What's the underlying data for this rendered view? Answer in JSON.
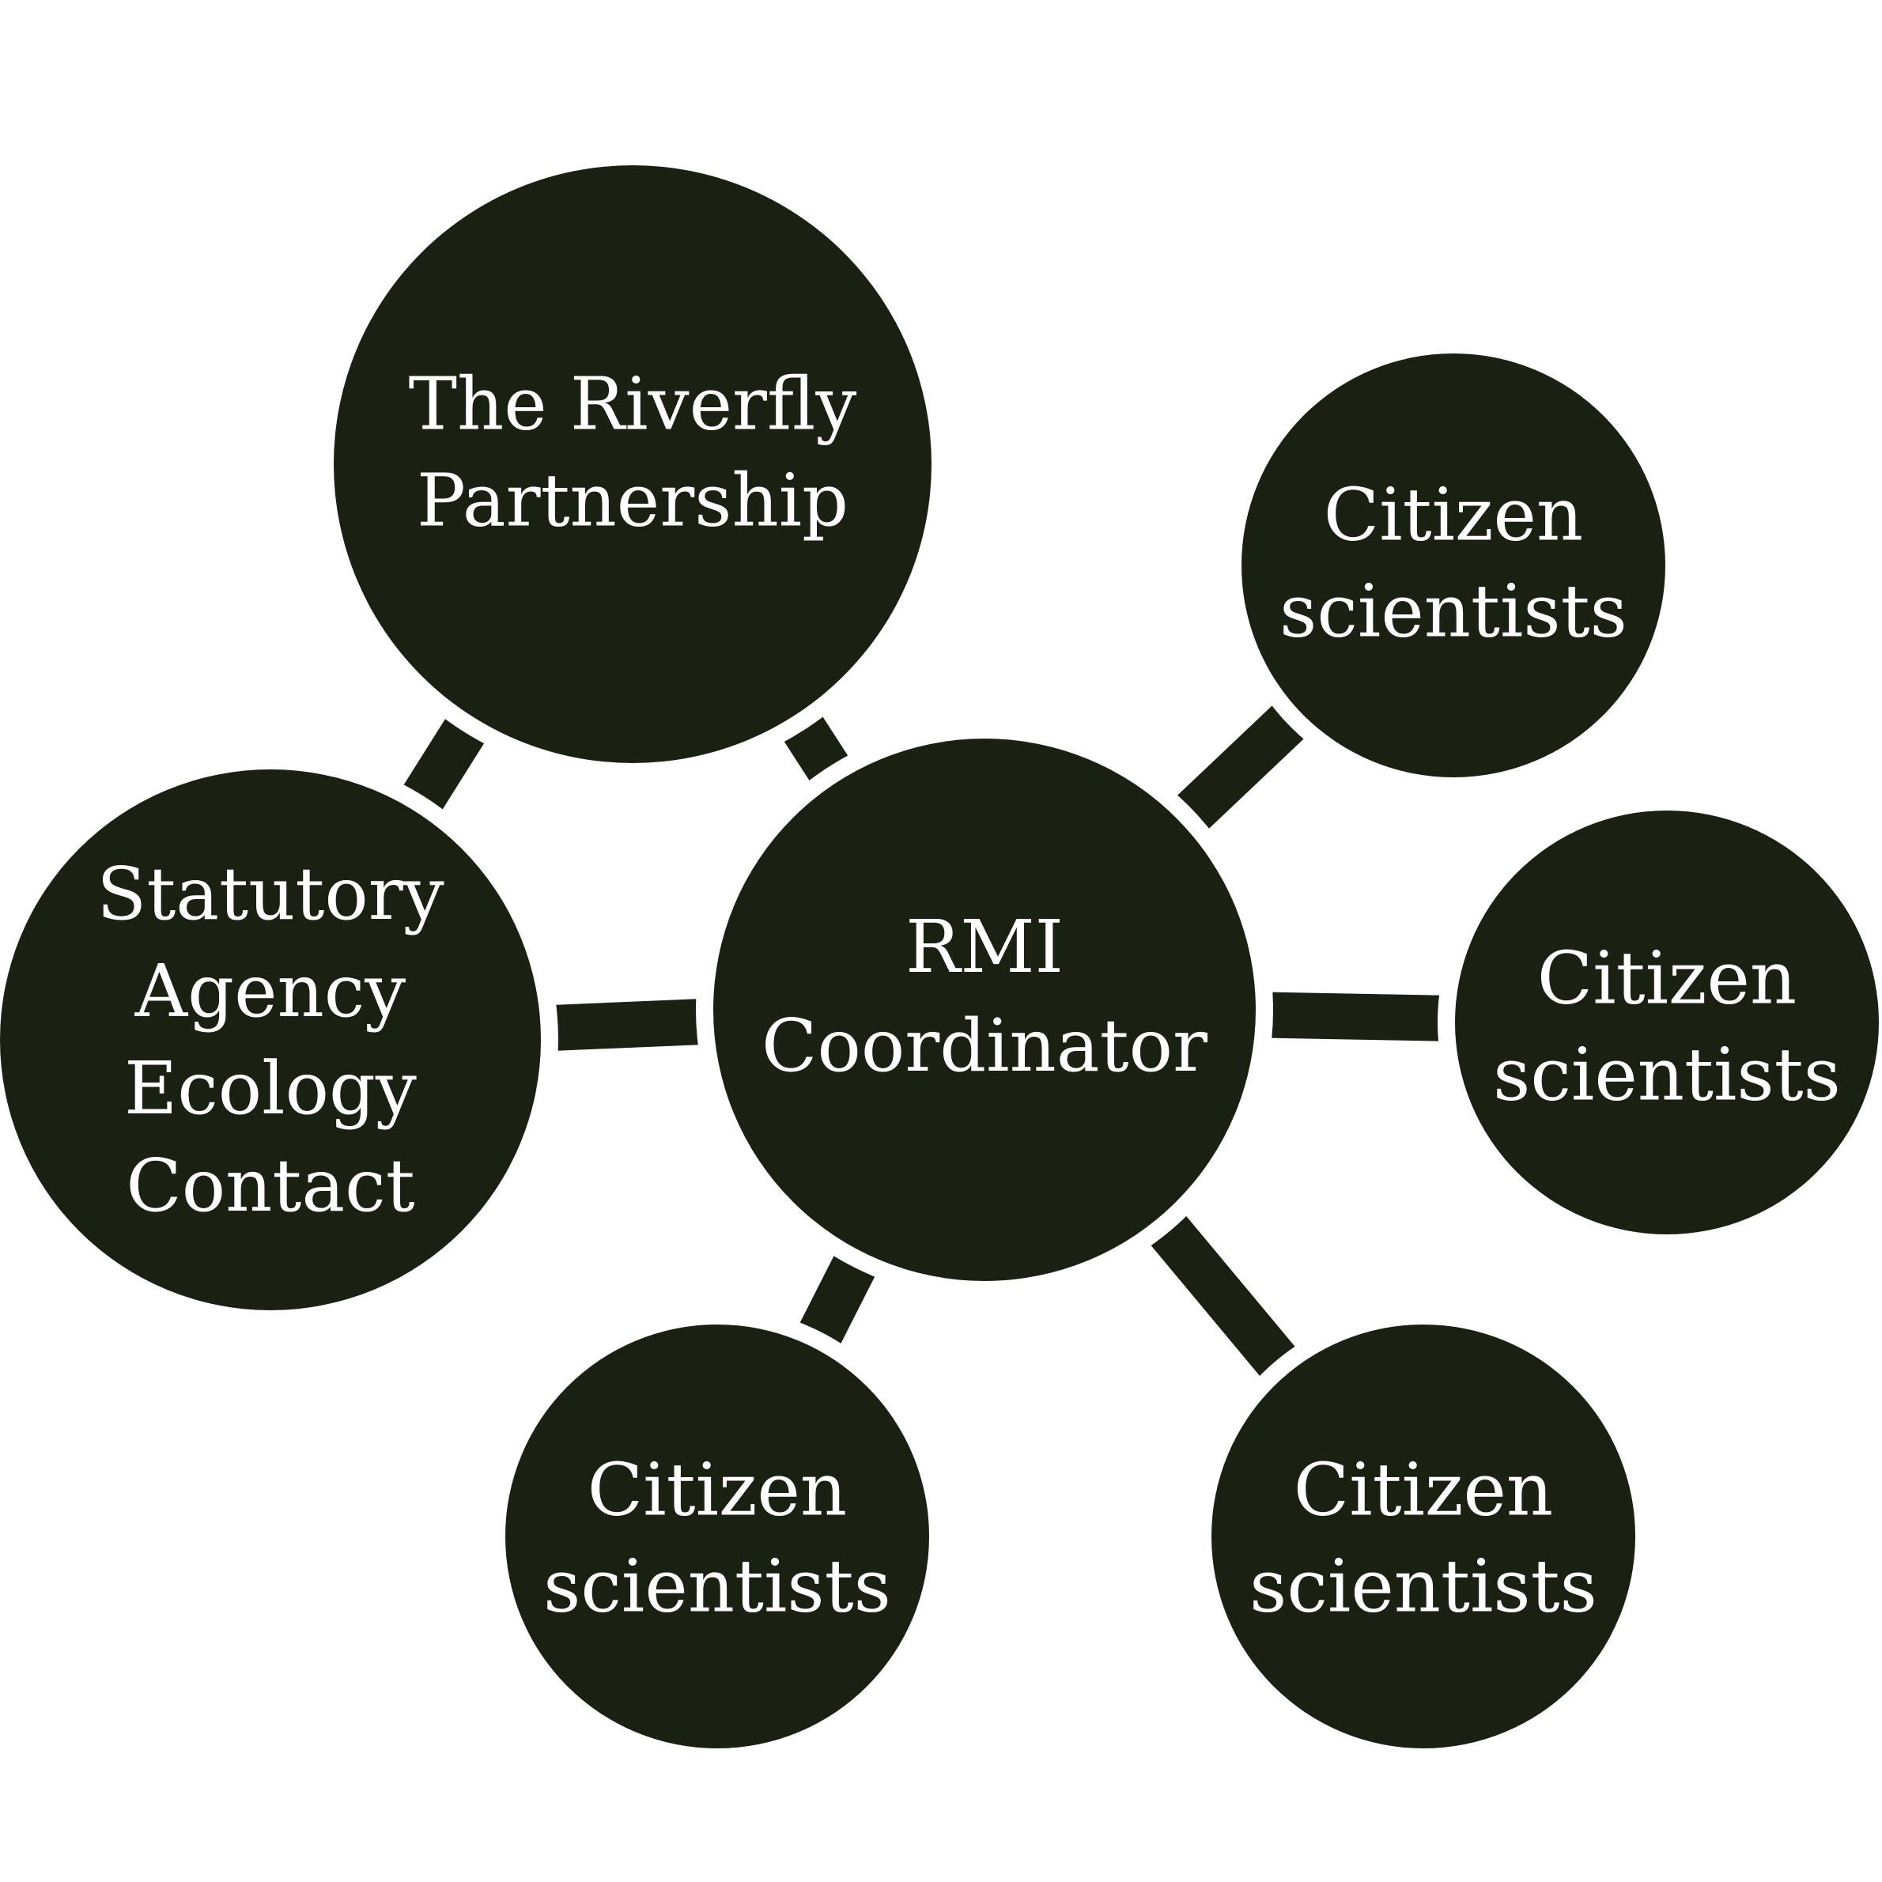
{
  "colors": {
    "node_fill": "#1a2112",
    "connector": "#1a2112",
    "label": "#ffffff",
    "background": "#ffffff"
  },
  "nodes": [
    {
      "id": "coordinator",
      "lines": [
        "RMI",
        "Coordinator"
      ]
    },
    {
      "id": "riverfly",
      "lines": [
        "The Riverfly",
        "Partnership"
      ]
    },
    {
      "id": "statutory",
      "lines": [
        "Statutory",
        "Agency",
        "Ecology",
        "Contact"
      ]
    },
    {
      "id": "citizen-top-right",
      "lines": [
        "Citizen",
        "scientists"
      ]
    },
    {
      "id": "citizen-right",
      "lines": [
        "Citizen",
        "scientists"
      ]
    },
    {
      "id": "citizen-bottom-right",
      "lines": [
        "Citizen",
        "scientists"
      ]
    },
    {
      "id": "citizen-bottom-left",
      "lines": [
        "Citizen",
        "scientists"
      ]
    }
  ],
  "edges": [
    {
      "from": "coordinator",
      "to": "riverfly"
    },
    {
      "from": "coordinator",
      "to": "statutory"
    },
    {
      "from": "coordinator",
      "to": "citizen-top-right"
    },
    {
      "from": "coordinator",
      "to": "citizen-right"
    },
    {
      "from": "coordinator",
      "to": "citizen-bottom-right"
    },
    {
      "from": "coordinator",
      "to": "citizen-bottom-left"
    },
    {
      "from": "riverfly",
      "to": "statutory"
    }
  ]
}
